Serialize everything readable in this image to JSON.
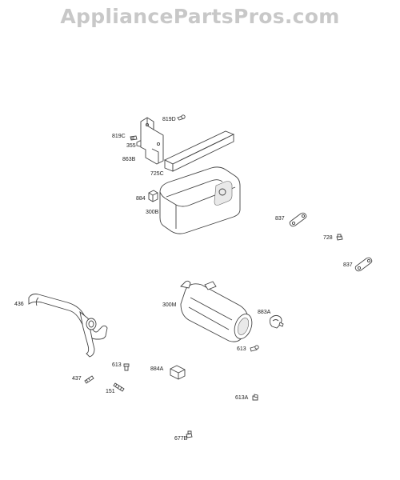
{
  "watermark": "AppliancePartsPros.com",
  "parts": {
    "p819d": "819D",
    "p819c": "819C",
    "p355": "355",
    "p863b": "863B",
    "p725c": "725C",
    "p884": "884",
    "p300b": "300B",
    "p837a": "837",
    "p728": "728",
    "p837b": "837",
    "p436": "436",
    "p300m": "300M",
    "p883a": "883A",
    "p613a": "613",
    "p613b": "613",
    "p884a": "884A",
    "p437": "437",
    "p151": "151",
    "p613aa": "613A",
    "p677b": "677B"
  }
}
